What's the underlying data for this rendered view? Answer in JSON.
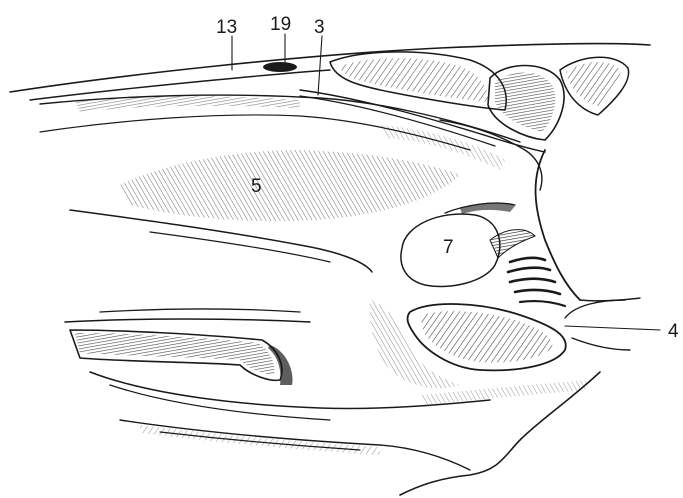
{
  "figure": {
    "labels": {
      "l13": "13",
      "l19": "19",
      "l3": "3",
      "l5": "5",
      "l7": "7",
      "l4": "4"
    },
    "colors": {
      "ink": "#1a1a1a",
      "background": "#ffffff"
    }
  }
}
